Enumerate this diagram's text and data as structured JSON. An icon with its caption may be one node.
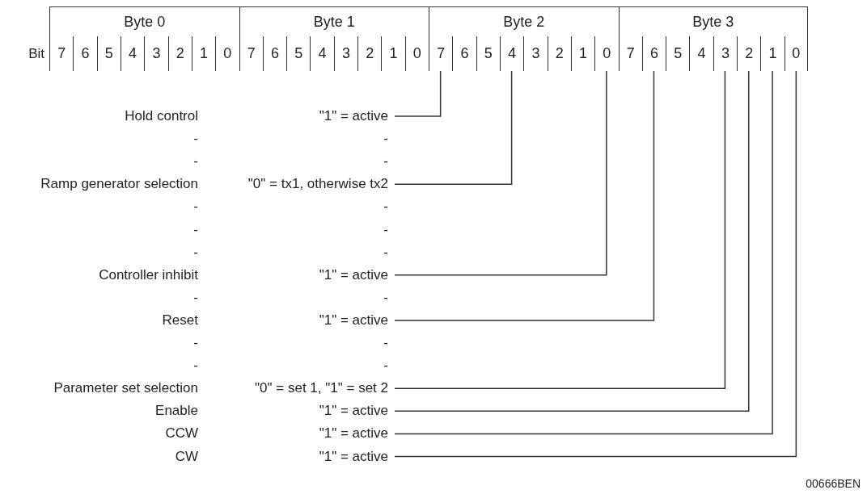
{
  "diagram": {
    "nodes": [
      {
        "text": [
          "Byte 0"
        ]
      },
      {
        "text": [
          "Byte 1"
        ]
      },
      {
        "text": [
          "Byte 2"
        ]
      },
      {
        "text": [
          "Byte 3"
        ]
      },
      {
        "text": [
          "7"
        ]
      },
      {
        "text": [
          "6"
        ]
      },
      {
        "text": [
          "5"
        ]
      },
      {
        "text": [
          "4"
        ]
      },
      {
        "text": [
          "3"
        ]
      },
      {
        "text": [
          "2"
        ]
      },
      {
        "text": [
          "1"
        ]
      },
      {
        "text": [
          "0"
        ]
      },
      {
        "text": [
          "7"
        ]
      },
      {
        "text": [
          "6"
        ]
      },
      {
        "text": [
          "5"
        ]
      },
      {
        "text": [
          "4"
        ]
      },
      {
        "text": [
          "3"
        ]
      },
      {
        "text": [
          "2"
        ]
      },
      {
        "text": [
          "1"
        ]
      },
      {
        "text": [
          "0"
        ]
      },
      {
        "text": [
          "7"
        ]
      },
      {
        "text": [
          "6"
        ]
      },
      {
        "text": [
          "5"
        ]
      },
      {
        "text": [
          "4"
        ]
      },
      {
        "text": [
          "3"
        ]
      },
      {
        "text": [
          "2"
        ]
      },
      {
        "text": [
          "1"
        ]
      },
      {
        "text": [
          "0"
        ]
      },
      {
        "text": [
          "7"
        ]
      },
      {
        "text": [
          "6"
        ]
      },
      {
        "text": [
          "5"
        ]
      },
      {
        "text": [
          "4"
        ]
      },
      {
        "text": [
          "3"
        ]
      },
      {
        "text": [
          "2"
        ]
      },
      {
        "text": [
          "1"
        ]
      },
      {
        "text": [
          "0"
        ]
      },
      {
        "text": [
          "Hold control",
          "\"1\" = active"
        ]
      },
      {
        "text": [
          "Ramp generator selection",
          "\"0\" = tx1, otherwise tx2"
        ]
      },
      {
        "text": [
          "Controller inhibit",
          "\"1\" = active"
        ]
      },
      {
        "text": [
          "Reset",
          "\"1\" = active"
        ]
      },
      {
        "text": [
          "Parameter set selection",
          "\"0\" = set 1, \"1\" = set 2"
        ]
      },
      {
        "text": [
          "Enable",
          "\"1\" = active"
        ]
      },
      {
        "text": [
          "CCW",
          "\"1\" = active"
        ]
      },
      {
        "text": [
          "CW",
          "\"1\" = active"
        ]
      }
    ],
    "edges": [
      {
        "from": 36,
        "to": 20,
        "arrow": "none"
      },
      {
        "from": 37,
        "to": 23,
        "arrow": "none"
      },
      {
        "from": 38,
        "to": 27,
        "arrow": "none"
      },
      {
        "from": 39,
        "to": 29,
        "arrow": "none"
      },
      {
        "from": 40,
        "to": 32,
        "arrow": "none"
      },
      {
        "from": 41,
        "to": 33,
        "arrow": "none"
      },
      {
        "from": 42,
        "to": 34,
        "arrow": "none"
      },
      {
        "from": 43,
        "to": 35,
        "arrow": "none"
      }
    ],
    "labels": [
      "Bit",
      "-",
      "-",
      "-",
      "-",
      "-",
      "-",
      "-",
      "-",
      "-",
      "-",
      "-",
      "-",
      "-",
      "-",
      "-",
      "-",
      "00666BEN"
    ]
  }
}
